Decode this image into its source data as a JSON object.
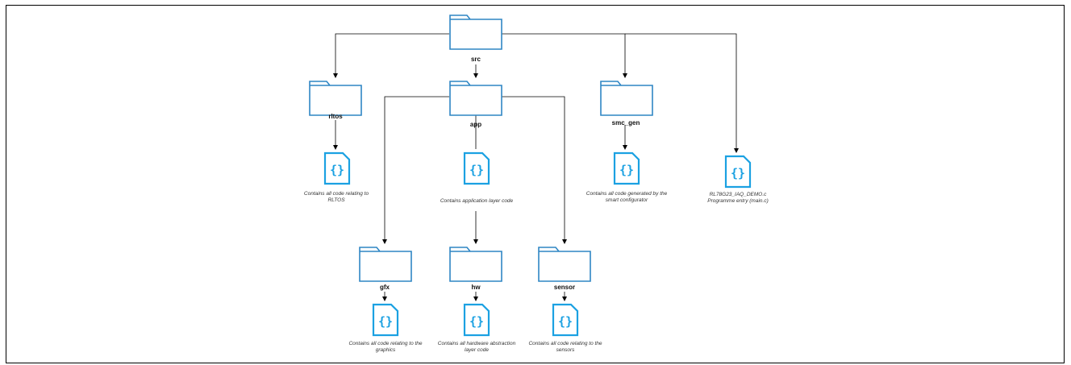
{
  "folders": {
    "src": "src",
    "rltos": "rltos",
    "app": "app",
    "smc_gen": "smc_gen",
    "gfx": "gfx",
    "hw": "hw",
    "sensor": "sensor"
  },
  "descriptions": {
    "rltos": [
      "Contains all code relating to",
      "RLTOS"
    ],
    "app": [
      "Contains application layer code"
    ],
    "smc_gen": [
      "Contains all code generated by the",
      "smart configurator"
    ],
    "main": [
      "RL78G23_IAQ_DEMO.c",
      "Programme entry (main.c)"
    ],
    "gfx": [
      "Contains all code relating to the",
      "graphics"
    ],
    "hw": [
      "Contains all hardware abstraction",
      "layer code"
    ],
    "sensor": [
      "Contains all code relating to the",
      "sensors"
    ]
  },
  "colors": {
    "folder_stroke": "#2f86c4",
    "file_stroke": "#1ba1e2",
    "connector": "#000000"
  }
}
